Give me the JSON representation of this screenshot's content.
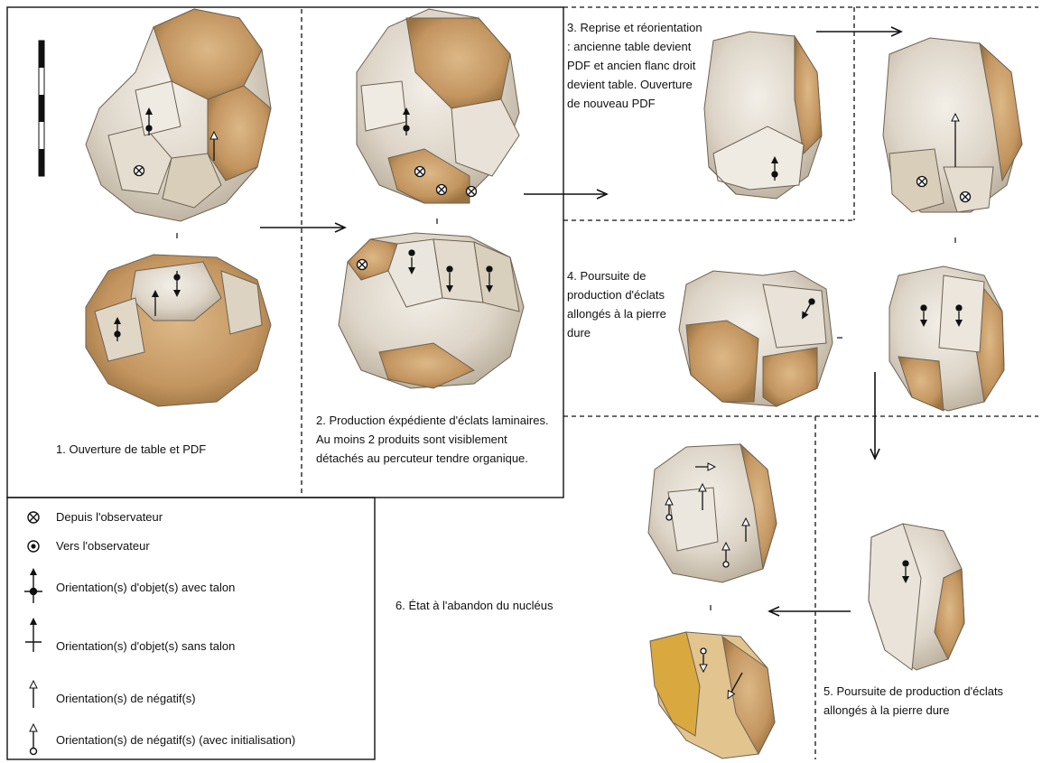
{
  "steps": {
    "s1": "1. Ouverture de table et PDF",
    "s2": "2. Production éxpédiente d'éclats laminaires. Au moins 2 produits sont visiblement détachés au percuteur tendre organique.",
    "s3": "3.  Reprise et réorientation : ancienne table devient PDF et ancien flanc droit devient table. Ouverture de nouveau PDF",
    "s4": "4. Poursuite de production d'éclats allongés à la pierre dure",
    "s5": "5. Poursuite de production d'éclats allongés à la pierre dure",
    "s6": "6. État à l'abandon du nucléus"
  },
  "legend": {
    "depuis": "Depuis l'observateur",
    "vers": "Vers l'observateur",
    "avec_talon": "Orientation(s) d'objet(s) avec talon",
    "sans_talon": "Orientation(s) d'objet(s) sans talon",
    "negatif": "Orientation(s) de négatif(s)",
    "negatif_init": "Orientation(s) de négatif(s) (avec initialisation)"
  },
  "colors": {
    "flint_light": "#e9e4dc",
    "flint_mid": "#cfc6b8",
    "cortex": "#c9a06a",
    "cortex_dark": "#a77d47",
    "ink": "#111111"
  }
}
